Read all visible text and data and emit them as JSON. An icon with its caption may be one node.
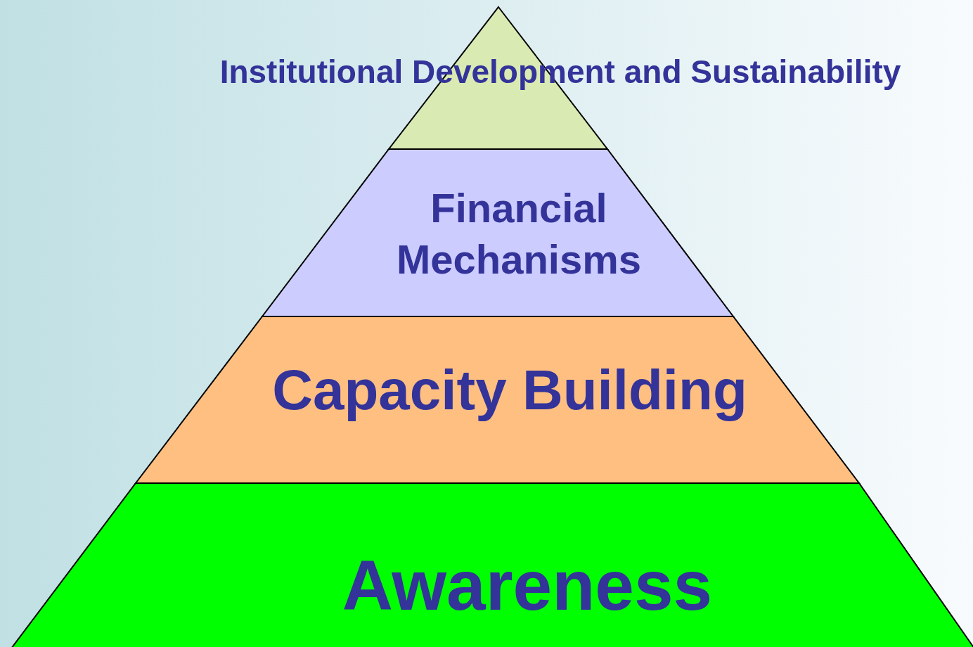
{
  "diagram": {
    "nodes": [
      {
        "text": [
          "Institutional Development and Sustainability"
        ]
      },
      {
        "text": [
          "Financial Mechanisms"
        ]
      },
      {
        "text": [
          "Capacity Building"
        ]
      },
      {
        "text": [
          "Awareness"
        ]
      }
    ]
  }
}
